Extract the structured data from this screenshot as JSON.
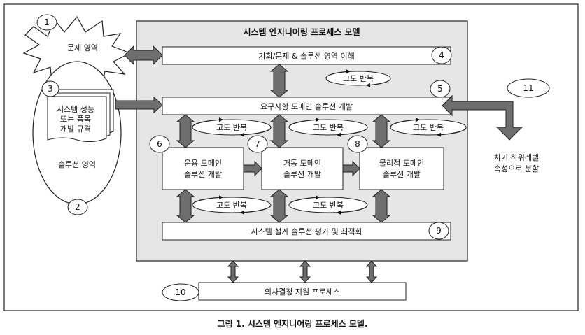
{
  "diagram": {
    "title": "시스템 엔지니어링 프로세스 모델",
    "problem_label": "문제 영역",
    "spec_lines": [
      "시스템 성능",
      "또는 품목",
      "개발 규격"
    ],
    "solution_label": "솔루션 영역",
    "bars": {
      "understand": "기회/문제 & 솔루션 영역 이해",
      "requirements": "요구사항 도메인 솔루션 개발",
      "evaluation": "시스템 설계 솔루션 평가 및 최적화",
      "decision": "의사결정 지원 프로세스"
    },
    "boxes": {
      "operational": [
        "운용 도메인",
        "솔루션 개발"
      ],
      "behavioral": [
        "거동 도메인",
        "솔루션 개발"
      ],
      "physical": [
        "물리적 도메인",
        "솔루션 개발"
      ]
    },
    "iterate_label": "고도 반복",
    "decompose_lines": [
      "차기 하위레벨",
      "속성으로 분할"
    ],
    "numbers": [
      "1",
      "2",
      "3",
      "4",
      "5",
      "6",
      "7",
      "8",
      "9",
      "10",
      "11"
    ]
  },
  "caption": "그림 1. 시스템 엔지니어링 프로세스 모델."
}
